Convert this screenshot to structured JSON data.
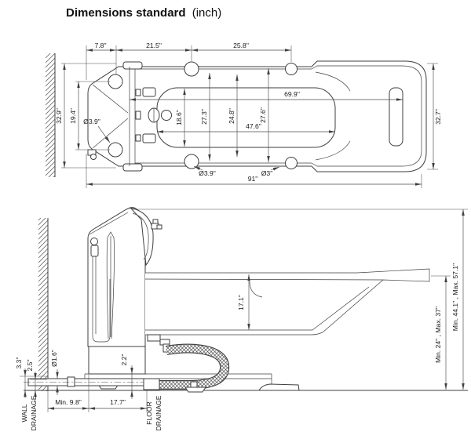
{
  "title": {
    "main": "Dimensions standard",
    "suffix": "(inch)"
  },
  "top_view": {
    "offset": "7.8\"",
    "hole_spacing_front": "21.5\"",
    "hole_spacing_rear": "25.8\"",
    "overall_width": "32.9\"",
    "seat_hole_spacing": "19.4\"",
    "seat_hole_diameter": "Ø3.9\"",
    "basin_width": "18.6\"",
    "width_mid_1": "27.3\"",
    "width_mid_2": "24.8\"",
    "width_mid_3": "27.6\"",
    "inner_length": "69.9\"",
    "basin_length": "47.6\"",
    "rim_hole_diameter": "Ø3.9\"",
    "rim_hole_small_diameter": "Ø3\"",
    "overall_length": "91\"",
    "foot_end_width": "32.7\""
  },
  "side_view": {
    "basin_depth": "17.1\"",
    "rim_height_range": "Min. 24\" , Max. 37\"",
    "overall_height_range": "Min. 44.1\" , Max. 57.1\"",
    "pipe_upper_height": "3.3\"",
    "pipe_lower_height": "2.5\"",
    "drain_pipe_diameter": "Ø1.6\"",
    "base_frame_height": "2.2\"",
    "wall_clearance": "Min. 9.8\"",
    "floor_drain_distance": "17.7\"",
    "wall_drainage_line1": "WALL",
    "wall_drainage_line2": "DRAINAGE",
    "floor_drainage_line1": "FLOOR",
    "floor_drainage_line2": "DRAINAGE"
  },
  "colors": {
    "line": "#3f3f3f",
    "text": "#1a1a1a",
    "background": "#ffffff"
  }
}
